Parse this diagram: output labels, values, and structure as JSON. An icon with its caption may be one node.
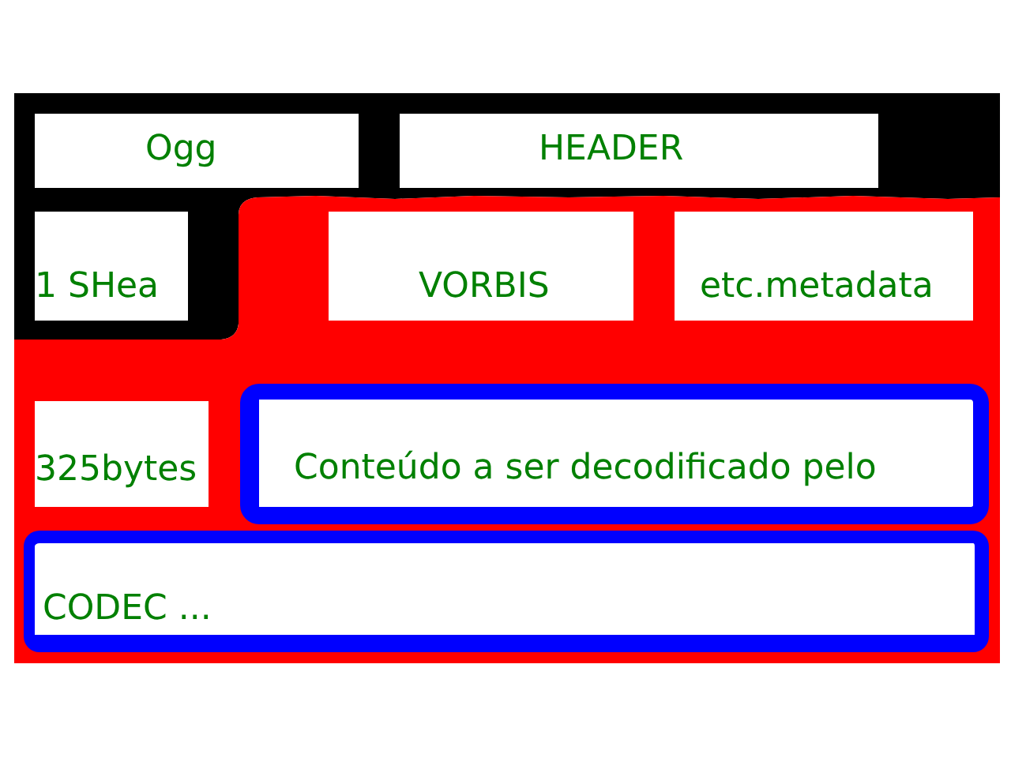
{
  "diagram": {
    "nodes": [
      {
        "text": [],
        "shape": "box"
      },
      {
        "text": [
          "Ogg"
        ],
        "in": 0
      },
      {
        "text": [
          "HEADER"
        ],
        "in": 0
      },
      {
        "text": [
          "1 SHea"
        ],
        "in": 0
      },
      {
        "text": [],
        "shape": "box"
      },
      {
        "text": [
          "VORBIS"
        ],
        "in": 4
      },
      {
        "text": [
          "etc.metadata"
        ],
        "in": 4
      },
      {
        "text": [
          "325bytes"
        ],
        "in": 4
      },
      {
        "text": [
          "Conteúdo a ser decodificado pelo"
        ],
        "in": 4
      },
      {
        "text": [
          "CODEC ..."
        ],
        "in": 4
      }
    ]
  }
}
